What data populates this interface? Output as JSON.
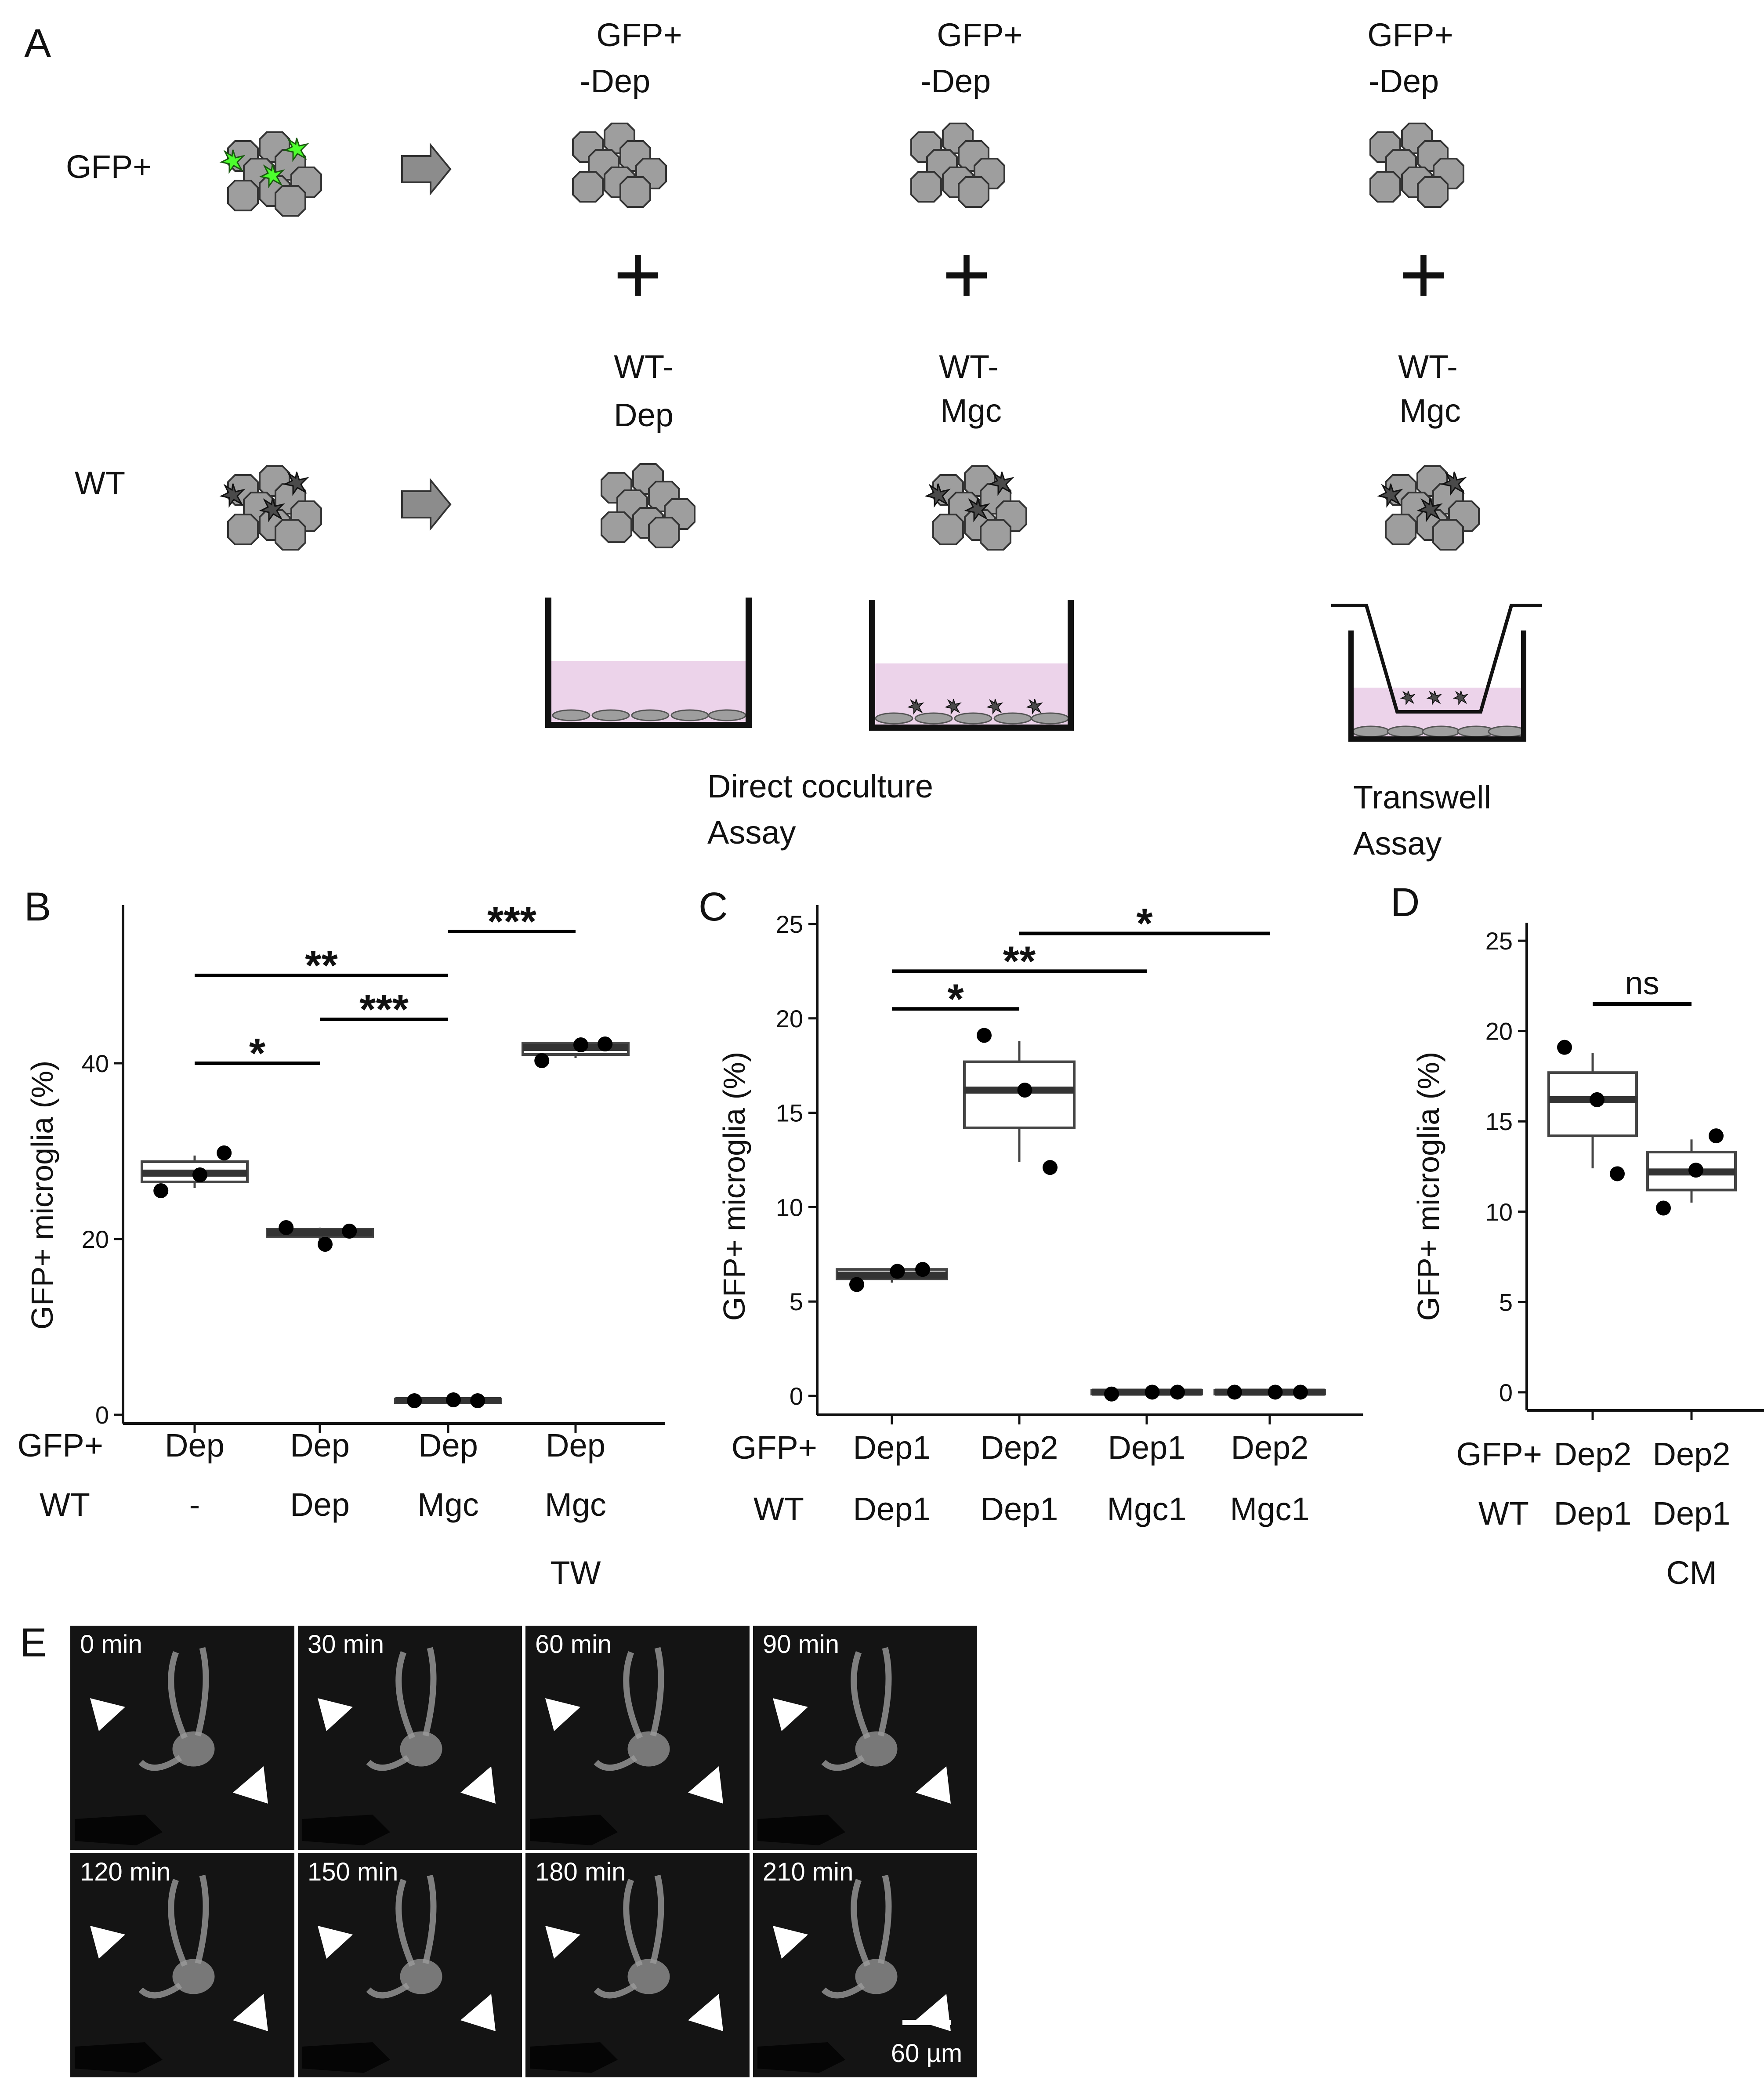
{
  "panelA": {
    "letter": "A",
    "row_gfp": "GFP+",
    "row_wt": "WT",
    "col1": {
      "top1": "GFP+",
      "top2": "-Dep",
      "bot1": "WT-",
      "bot2": "Dep"
    },
    "col2": {
      "top1": "GFP+",
      "top2": "-Dep",
      "bot1": "WT-",
      "bot2": "Mgc"
    },
    "col3": {
      "top1": "GFP+",
      "top2": "-Dep",
      "bot1": "WT-",
      "bot2": "Mgc"
    },
    "assay1": {
      "l1": "Direct coculture",
      "l2": "Assay"
    },
    "assay2": {
      "l1": "Transwell",
      "l2": "Assay"
    },
    "colors": {
      "gfp": "#4dff2e",
      "cell": "#9e9e9e",
      "medium": "#ecd3ea"
    }
  },
  "chart_data": [
    {
      "panel": "B",
      "type": "box",
      "ylabel": "GFP+ microglia (%)",
      "yticks": [
        0,
        20,
        40
      ],
      "ylim": [
        -1,
        58
      ],
      "row_labels": [
        "GFP+",
        "WT"
      ],
      "categories": [
        {
          "gfp": "Dep",
          "wt": "-",
          "extra": "",
          "q1": 26.5,
          "median": 27.5,
          "q3": 28.8,
          "wlo": 25.8,
          "whi": 29.5,
          "points": [
            25.5,
            27.3,
            29.8
          ]
        },
        {
          "gfp": "Dep",
          "wt": "Dep",
          "extra": "",
          "q1": 20.3,
          "median": 20.7,
          "q3": 21.1,
          "wlo": 19.6,
          "whi": 21.3,
          "points": [
            21.3,
            19.4,
            20.9
          ]
        },
        {
          "gfp": "Dep",
          "wt": "Mgc",
          "extra": "",
          "q1": 1.4,
          "median": 1.6,
          "q3": 1.8,
          "wlo": 1.4,
          "whi": 1.8,
          "points": [
            1.6,
            1.7,
            1.6
          ]
        },
        {
          "gfp": "Dep",
          "wt": "Mgc",
          "extra": "TW",
          "q1": 41.0,
          "median": 41.8,
          "q3": 42.3,
          "wlo": 40.6,
          "whi": 42.4,
          "points": [
            40.3,
            42.1,
            42.2
          ]
        }
      ],
      "sig": [
        {
          "from": 0,
          "to": 1,
          "label": "*",
          "y": 40
        },
        {
          "from": 1,
          "to": 2,
          "label": "***",
          "y": 45
        },
        {
          "from": 0,
          "to": 2,
          "label": "**",
          "y": 50
        },
        {
          "from": 2,
          "to": 3,
          "label": "***",
          "y": 55
        }
      ]
    },
    {
      "panel": "C",
      "type": "box",
      "ylabel": "GFP+ microglia (%)",
      "yticks": [
        0,
        5,
        10,
        15,
        20,
        25
      ],
      "ylim": [
        -1,
        26
      ],
      "row_labels": [
        "GFP+",
        "WT"
      ],
      "categories": [
        {
          "gfp": "Dep1",
          "wt": "Dep1",
          "extra": "",
          "q1": 6.2,
          "median": 6.4,
          "q3": 6.7,
          "wlo": 6.0,
          "whi": 6.8,
          "points": [
            5.9,
            6.6,
            6.7
          ]
        },
        {
          "gfp": "Dep2",
          "wt": "Dep1",
          "extra": "",
          "q1": 14.2,
          "median": 16.2,
          "q3": 17.7,
          "wlo": 12.4,
          "whi": 18.8,
          "points": [
            19.1,
            16.2,
            12.1
          ]
        },
        {
          "gfp": "Dep1",
          "wt": "Mgc1",
          "extra": "",
          "q1": 0.1,
          "median": 0.2,
          "q3": 0.3,
          "wlo": 0.1,
          "whi": 0.3,
          "points": [
            0.1,
            0.2,
            0.2
          ]
        },
        {
          "gfp": "Dep2",
          "wt": "Mgc1",
          "extra": "",
          "q1": 0.1,
          "median": 0.2,
          "q3": 0.3,
          "wlo": 0.1,
          "whi": 0.3,
          "points": [
            0.2,
            0.2,
            0.2
          ]
        }
      ],
      "sig": [
        {
          "from": 0,
          "to": 1,
          "label": "*",
          "y": 20.5
        },
        {
          "from": 0,
          "to": 2,
          "label": "**",
          "y": 22.5
        },
        {
          "from": 1,
          "to": 3,
          "label": "*",
          "y": 24.5
        }
      ]
    },
    {
      "panel": "D",
      "type": "box",
      "ylabel": "GFP+ microglia (%)",
      "yticks": [
        0,
        5,
        10,
        15,
        20,
        25
      ],
      "ylim": [
        -1,
        26
      ],
      "row_labels": [
        "GFP+",
        "WT"
      ],
      "categories": [
        {
          "gfp": "Dep2",
          "wt": "Dep1",
          "extra": "",
          "q1": 14.2,
          "median": 16.2,
          "q3": 17.7,
          "wlo": 12.4,
          "whi": 18.8,
          "points": [
            19.1,
            16.2,
            12.1
          ]
        },
        {
          "gfp": "Dep2",
          "wt": "Dep1",
          "extra": "CM",
          "q1": 11.2,
          "median": 12.2,
          "q3": 13.3,
          "wlo": 10.5,
          "whi": 14.0,
          "points": [
            10.2,
            12.3,
            14.2
          ]
        }
      ],
      "sig": [
        {
          "from": 0,
          "to": 1,
          "label": "ns",
          "y": 21.5
        }
      ]
    }
  ],
  "panelE": {
    "letter": "E",
    "timepoints": [
      "0 min",
      "30 min",
      "60 min",
      "90 min",
      "120 min",
      "150 min",
      "180 min",
      "210 min"
    ],
    "scalebar": "60 µm"
  }
}
